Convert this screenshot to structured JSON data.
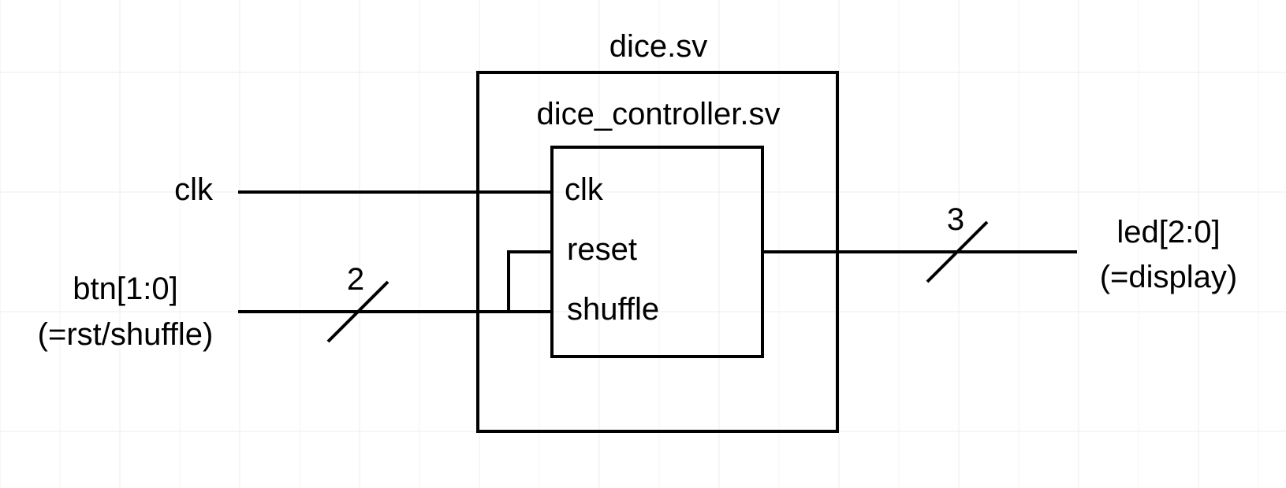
{
  "outer_module": {
    "title": "dice.sv"
  },
  "inner_module": {
    "title": "dice_controller.sv",
    "ports": {
      "clk": "clk",
      "reset": "reset",
      "shuffle": "shuffle"
    }
  },
  "inputs": {
    "clk": {
      "label": "clk"
    },
    "btn": {
      "label_line1": "btn[1:0]",
      "label_line2": "(=rst/shuffle)",
      "bus_width": "2"
    }
  },
  "outputs": {
    "led": {
      "label_line1": "led[2:0]",
      "label_line2": "(=display)",
      "bus_width": "3"
    }
  },
  "colors": {
    "background": "#ffffff",
    "grid": "#ececec",
    "stroke": "#000000"
  }
}
